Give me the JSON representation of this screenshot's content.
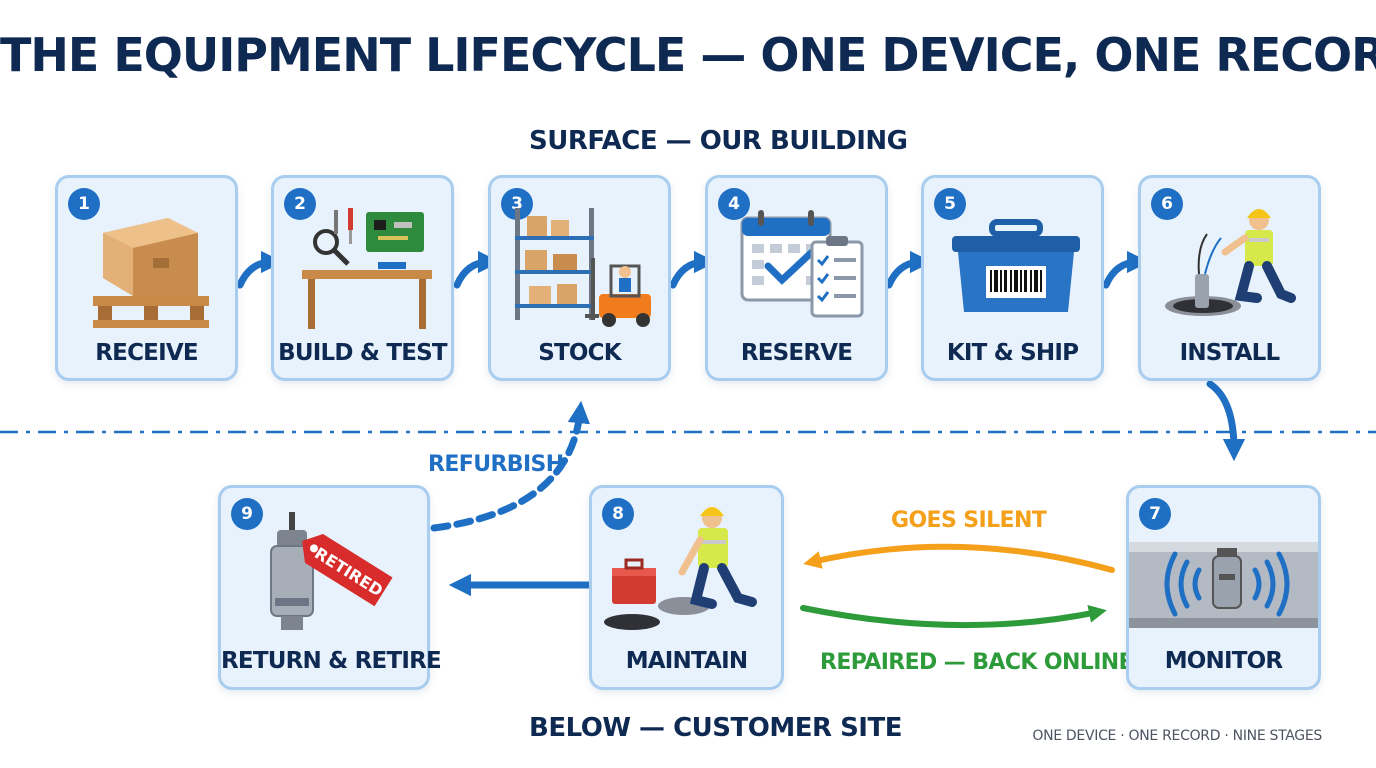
{
  "title": "THE EQUIPMENT LIFECYCLE — ONE DEVICE, ONE RECORD",
  "sections": {
    "surface": "SURFACE — OUR BUILDING",
    "below": "BELOW — CUSTOMER SITE"
  },
  "stages": [
    {
      "number": "1",
      "label": "RECEIVE",
      "icon": "package-pallet-icon"
    },
    {
      "number": "2",
      "label": "BUILD & TEST",
      "icon": "workbench-icon"
    },
    {
      "number": "3",
      "label": "STOCK",
      "icon": "warehouse-forklift-icon"
    },
    {
      "number": "4",
      "label": "RESERVE",
      "icon": "calendar-checklist-icon"
    },
    {
      "number": "5",
      "label": "KIT & SHIP",
      "icon": "barcode-crate-icon"
    },
    {
      "number": "6",
      "label": "INSTALL",
      "icon": "installer-worker-icon"
    },
    {
      "number": "7",
      "label": "MONITOR",
      "icon": "sensor-signal-icon"
    },
    {
      "number": "8",
      "label": "MAINTAIN",
      "icon": "maintenance-worker-icon"
    },
    {
      "number": "9",
      "label": "RETURN & RETIRE",
      "icon": "retired-tag-icon",
      "tag_text": "RETIRED"
    }
  ],
  "arrows": {
    "refurbish": "REFURBISH",
    "goes_silent": "GOES SILENT",
    "repaired": "REPAIRED — BACK ONLINE"
  },
  "colors": {
    "navy": "#0f2a52",
    "blue": "#1f6fc4",
    "orange": "#f5a01a",
    "green": "#2e9b3a",
    "card_fill": "#e8f2fc",
    "card_border": "#a9cdee"
  },
  "footer": "ONE DEVICE · ONE RECORD · NINE STAGES"
}
